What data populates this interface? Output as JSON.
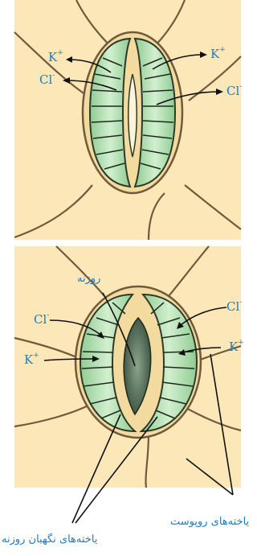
{
  "diagram": {
    "ion_potassium": "K",
    "ion_potassium_sup": "+",
    "ion_chloride": "Cl",
    "ion_chloride_sup": "-",
    "label_stoma": "روزنه",
    "label_epidermal_cells": "یاخته‌های روپوست",
    "label_guard_cells": "یاخته‌های نگهبان روزنه"
  },
  "colors": {
    "background_cell": "#fbe7b8",
    "cell_wall": "#6f5a3c",
    "guard_cell": "#a6d6a7",
    "guard_cell_light": "#cdebc9",
    "pore": "#4f6b52",
    "label": "#1f7bc4"
  }
}
